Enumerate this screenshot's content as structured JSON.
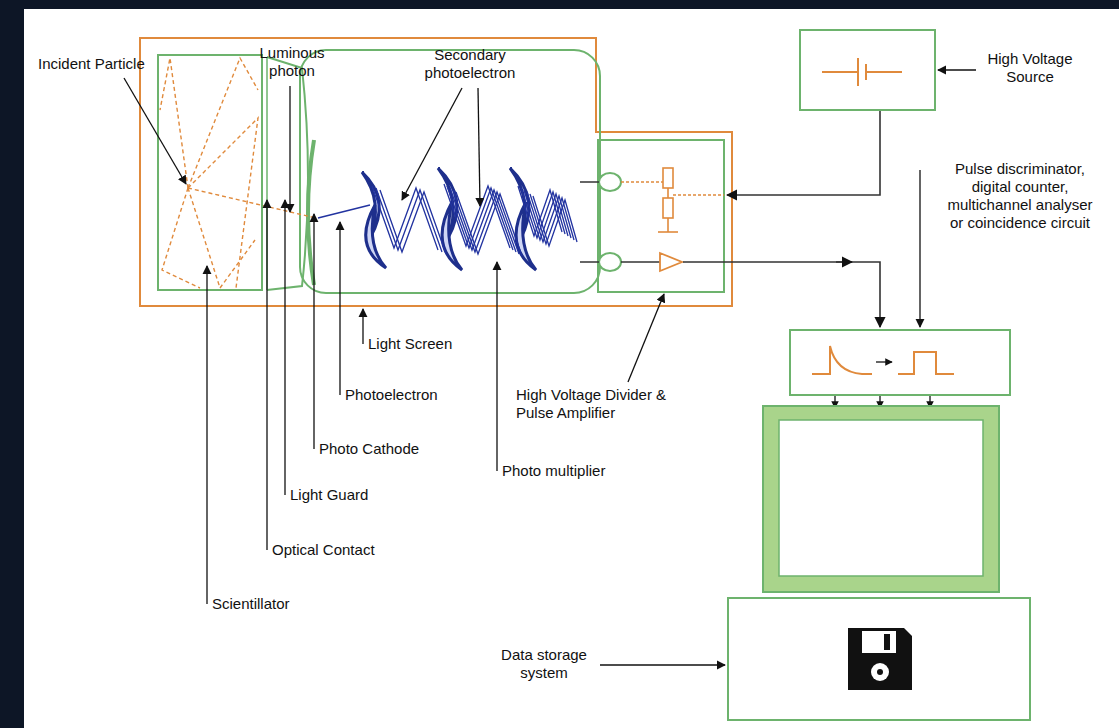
{
  "diagram": {
    "labels": [
      "Incident Particle",
      "Luminous photon",
      "Secondary photoelectron",
      "High Voltage Source",
      "Pulse discriminator, digital counter, multichannel analyser or coincidence circuit",
      "Light Screen",
      "Photoelectron",
      "High Voltage Divider & Pulse Amplifier",
      "Photo Cathode",
      "Photo multiplier",
      "Light Guard",
      "Optical Contact",
      "Scientillator",
      "Data storage system"
    ]
  }
}
